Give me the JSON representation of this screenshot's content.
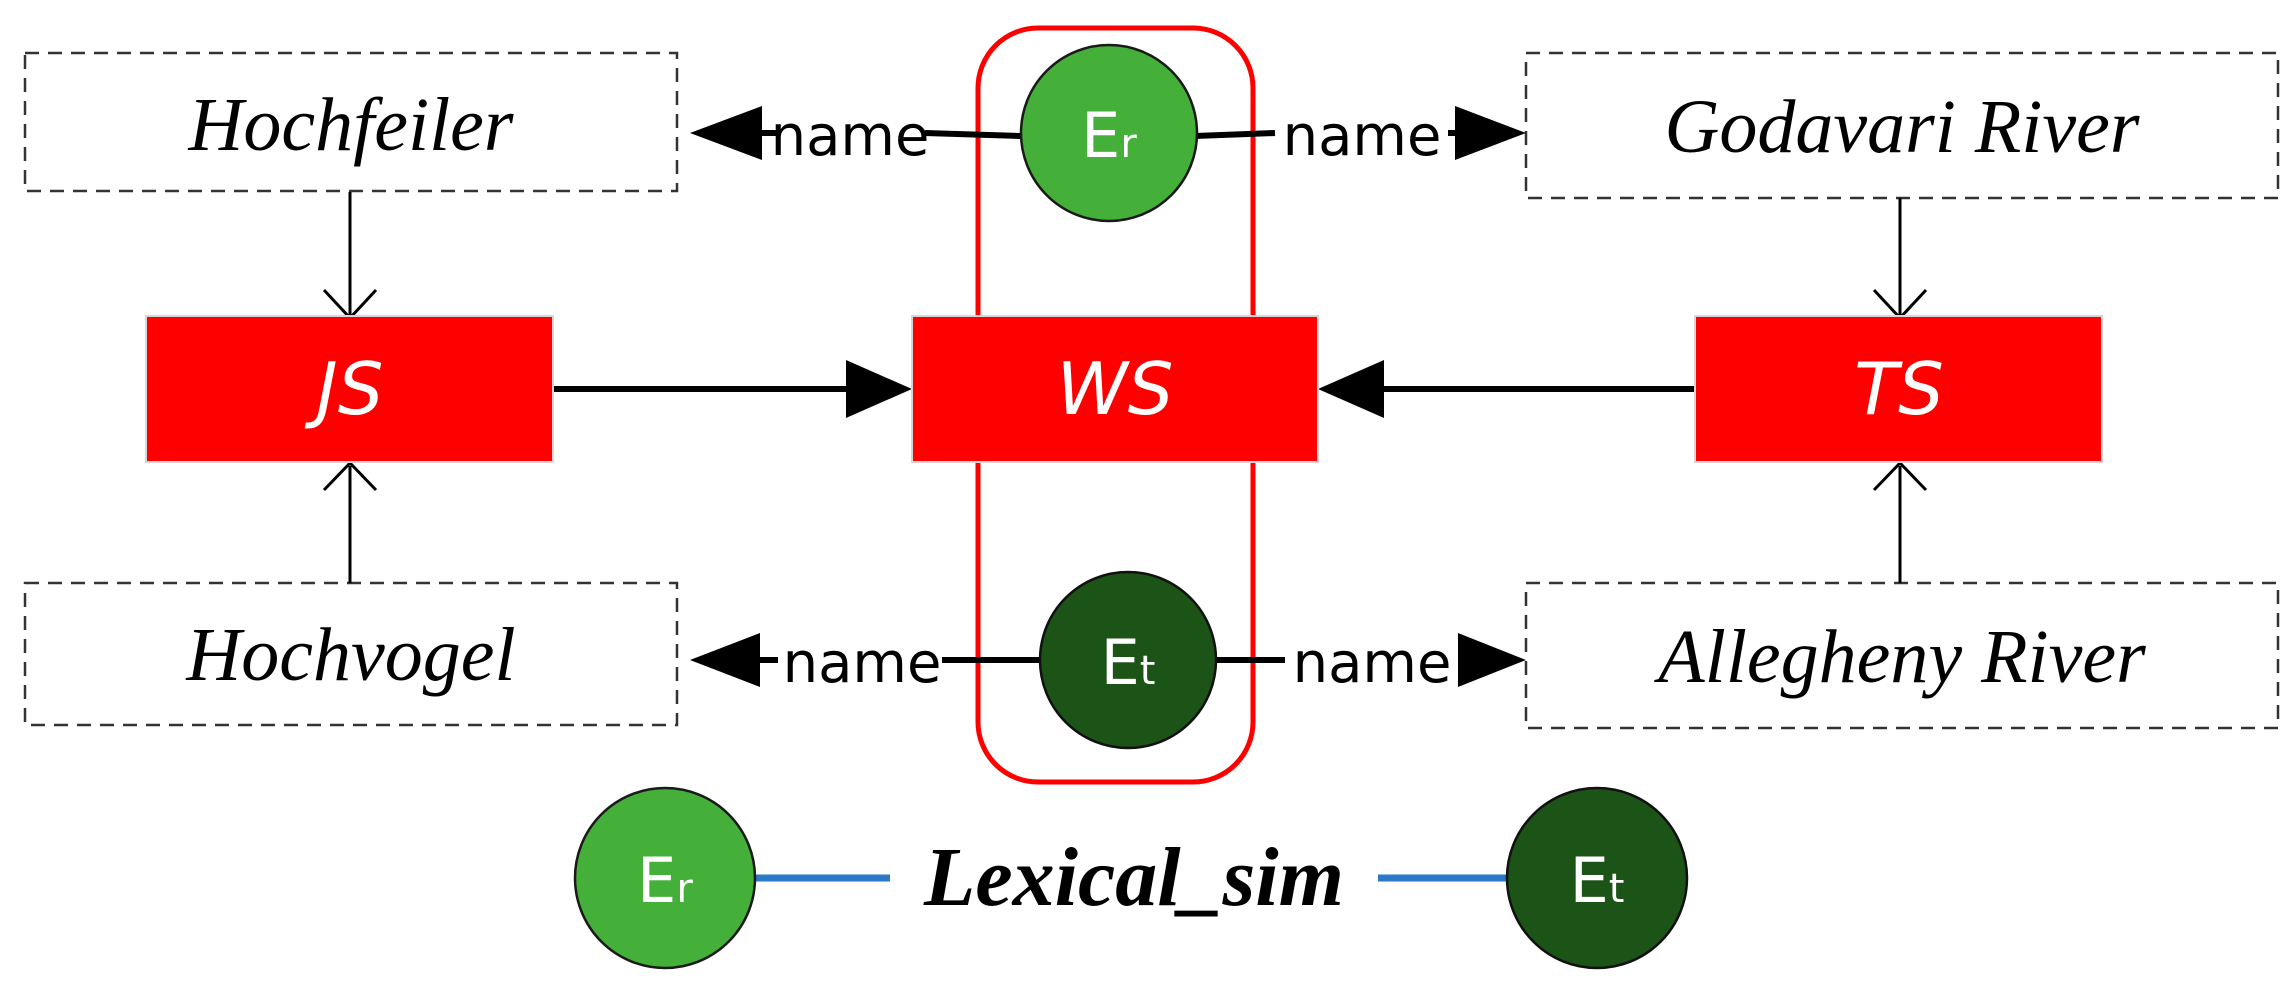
{
  "nodes": {
    "top_left_label": "Hochfeiler",
    "top_right_label": "Godavari River",
    "bottom_left_label": "Hochvogel",
    "bottom_right_label": "Allegheny River",
    "js_label": "JS",
    "ws_label": "WS",
    "ts_label": "TS"
  },
  "edges": {
    "top_left_edge_label": "name",
    "top_right_edge_label": "name",
    "bottom_left_edge_label": "name",
    "bottom_right_edge_label": "name"
  },
  "entities": {
    "er_letter": "E",
    "er_subscript": "r",
    "et_letter": "E",
    "et_subscript": "t"
  },
  "legend": {
    "similarity_label": "Lexical_sim"
  },
  "colors": {
    "red": "#ff0000",
    "light_green": "#45b039",
    "dark_green": "#1c5317",
    "blue_link": "#2b78c9",
    "black": "#000000"
  }
}
